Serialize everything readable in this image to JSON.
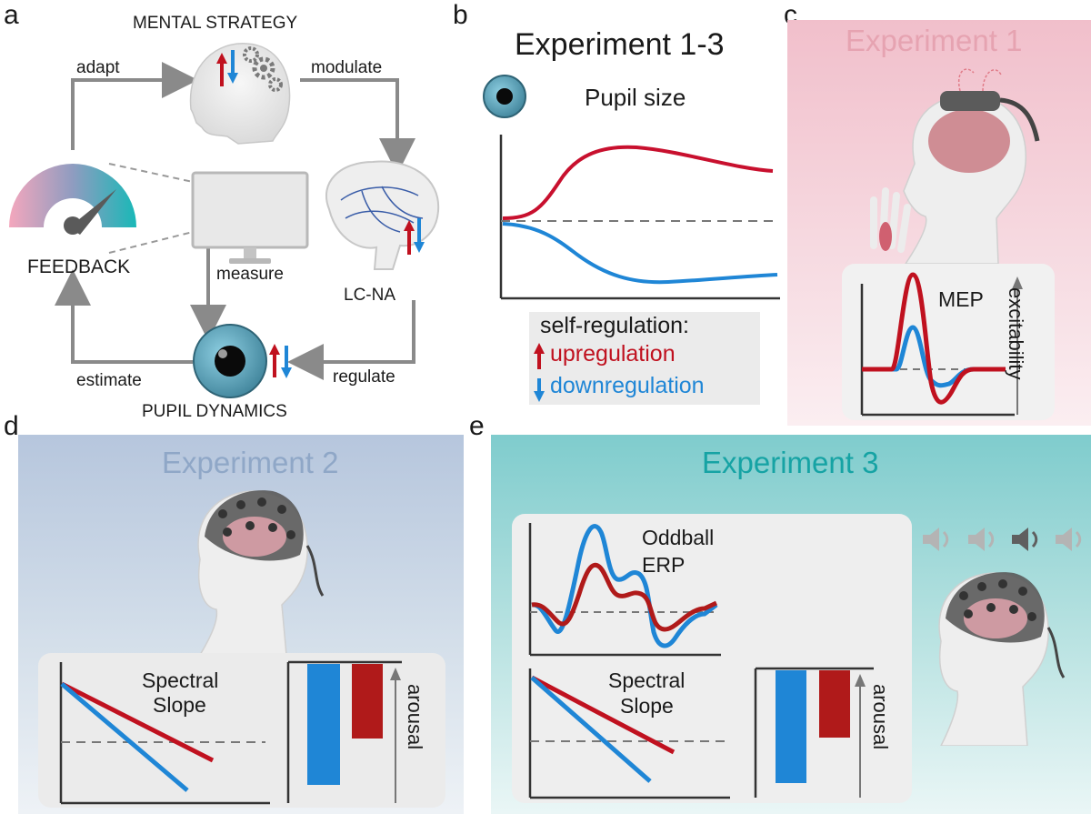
{
  "panel_labels": {
    "a": "a",
    "b": "b",
    "c": "c",
    "d": "d",
    "e": "e"
  },
  "panel_a": {
    "mental_strategy": "MENTAL STRATEGY",
    "adapt": "adapt",
    "modulate": "modulate",
    "measure": "measure",
    "lcna": "LC-NA",
    "feedback": "FEEDBACK",
    "estimate": "estimate",
    "regulate": "regulate",
    "pupil_dynamics": "PUPIL DYNAMICS"
  },
  "panel_b": {
    "title": "Experiment 1-3",
    "pupil_size": "Pupil size",
    "legend_title": "self-regulation:",
    "upregulation": "upregulation",
    "downregulation": "downregulation"
  },
  "panel_c": {
    "title": "Experiment 1",
    "mep": "MEP",
    "excitability": "excitability"
  },
  "panel_d": {
    "title": "Experiment 2",
    "spectral": "Spectral",
    "slope": "Slope",
    "arousal": "arousal"
  },
  "panel_e": {
    "title": "Experiment 3",
    "oddball": "Oddball",
    "erp": "ERP",
    "spectral": "Spectral",
    "slope": "Slope",
    "arousal": "arousal"
  },
  "colors": {
    "up": "#c0111f",
    "down": "#1f86d6",
    "exp1_bg": "#f2c9d2",
    "exp2_bg": "#b8c8de",
    "exp3_bg": "#7fcccd"
  }
}
